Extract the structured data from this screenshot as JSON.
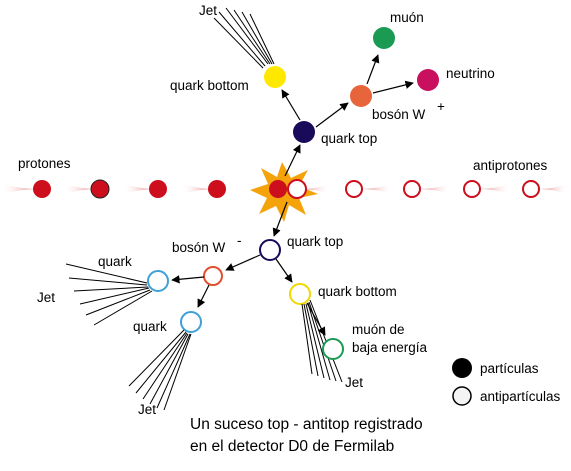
{
  "labels": {
    "protons": "protones",
    "antiprotons": "antiprotones",
    "jet_top": "Jet",
    "quark_bottom_top": "quark bottom",
    "muon": "muón",
    "neutrino": "neutrino",
    "boson_w_plus": "bosón W",
    "boson_w_plus_sup": "+",
    "quark_top": "quark top",
    "boson_w_minus": "bosón W",
    "boson_w_minus_sup": "-",
    "antiquark_top": "quark top",
    "quark_1": "quark",
    "jet_left": "Jet",
    "quark_2": "quark",
    "jet_bottom_left": "Jet",
    "antiquark_bottom": "quark bottom",
    "low_energy_muon_line1": "muón de",
    "low_energy_muon_line2": "baja energía",
    "jet_bottom_right": "Jet"
  },
  "legend": {
    "particles": "partículas",
    "antiparticles": "antipartículas"
  },
  "caption": {
    "line1": "Un suceso top - antitop registrado",
    "line2": "en el detector D0 de Fermilab"
  },
  "colors": {
    "proton": "#cc0e1d",
    "top_quark": "#1a0a5a",
    "bottom_quark": "#ffe800",
    "muon": "#1a9a52",
    "neutrino": "#c8105e",
    "w_boson": "#e8643a",
    "collision_star": "#f5a30a",
    "light_quark_ring": "#3fa0d8",
    "w_minus_ring": "#e05030",
    "low_energy_muon_ring": "#1a9a52",
    "anti_bottom_ring": "#f0d800"
  },
  "icons": {
    "particle_marker": "filled-circle",
    "antiparticle_marker": "ring-circle",
    "collision_marker": "starburst"
  }
}
